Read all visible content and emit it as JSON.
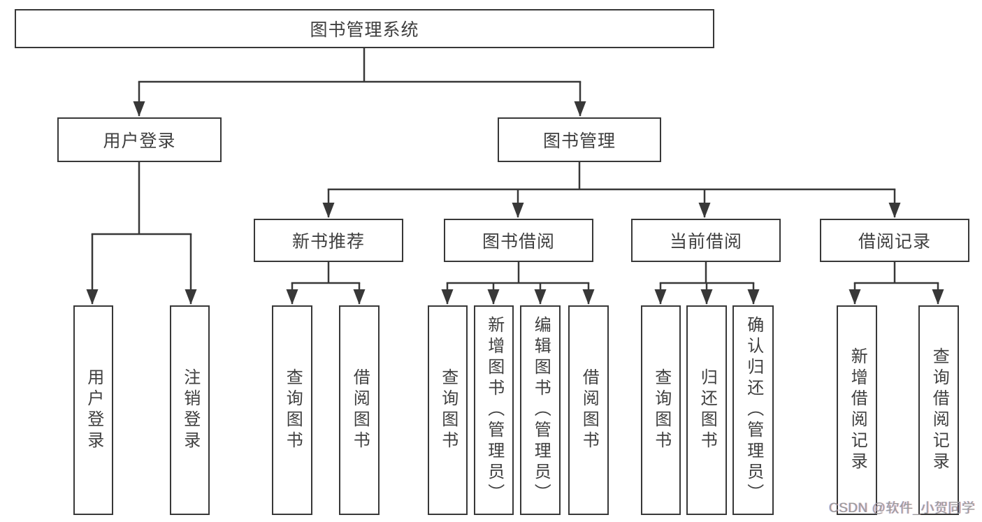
{
  "diagram": {
    "root": "图书管理系统",
    "level2": {
      "user_login": "用户登录",
      "book_management": "图书管理"
    },
    "level3": {
      "new_book_recommend": "新书推荐",
      "book_borrow": "图书借阅",
      "current_borrow": "当前借阅",
      "borrow_records": "借阅记录"
    },
    "leaves": {
      "user_login": "用户登录",
      "logout": "注销登录",
      "rec_query_book": "查询图书",
      "rec_borrow_book": "借阅图书",
      "bb_query_book": "查询图书",
      "bb_add_book": "新增图书（管理员）",
      "bb_edit_book": "编辑图书（管理员）",
      "bb_borrow_book": "借阅图书",
      "cb_query_book": "查询图书",
      "cb_return_book": "归还图书",
      "cb_confirm_return": "确认归还（管理员）",
      "br_add_record": "新增借阅记录",
      "br_query_record": "查询借阅记录"
    },
    "watermark": "CSDN @软件_小贺同学",
    "colors": {
      "line": "#383838",
      "text": "#3f3f3f",
      "box_background": "#ffffff",
      "watermark": "#9b9b9b",
      "page_background": "#ffffff"
    }
  }
}
